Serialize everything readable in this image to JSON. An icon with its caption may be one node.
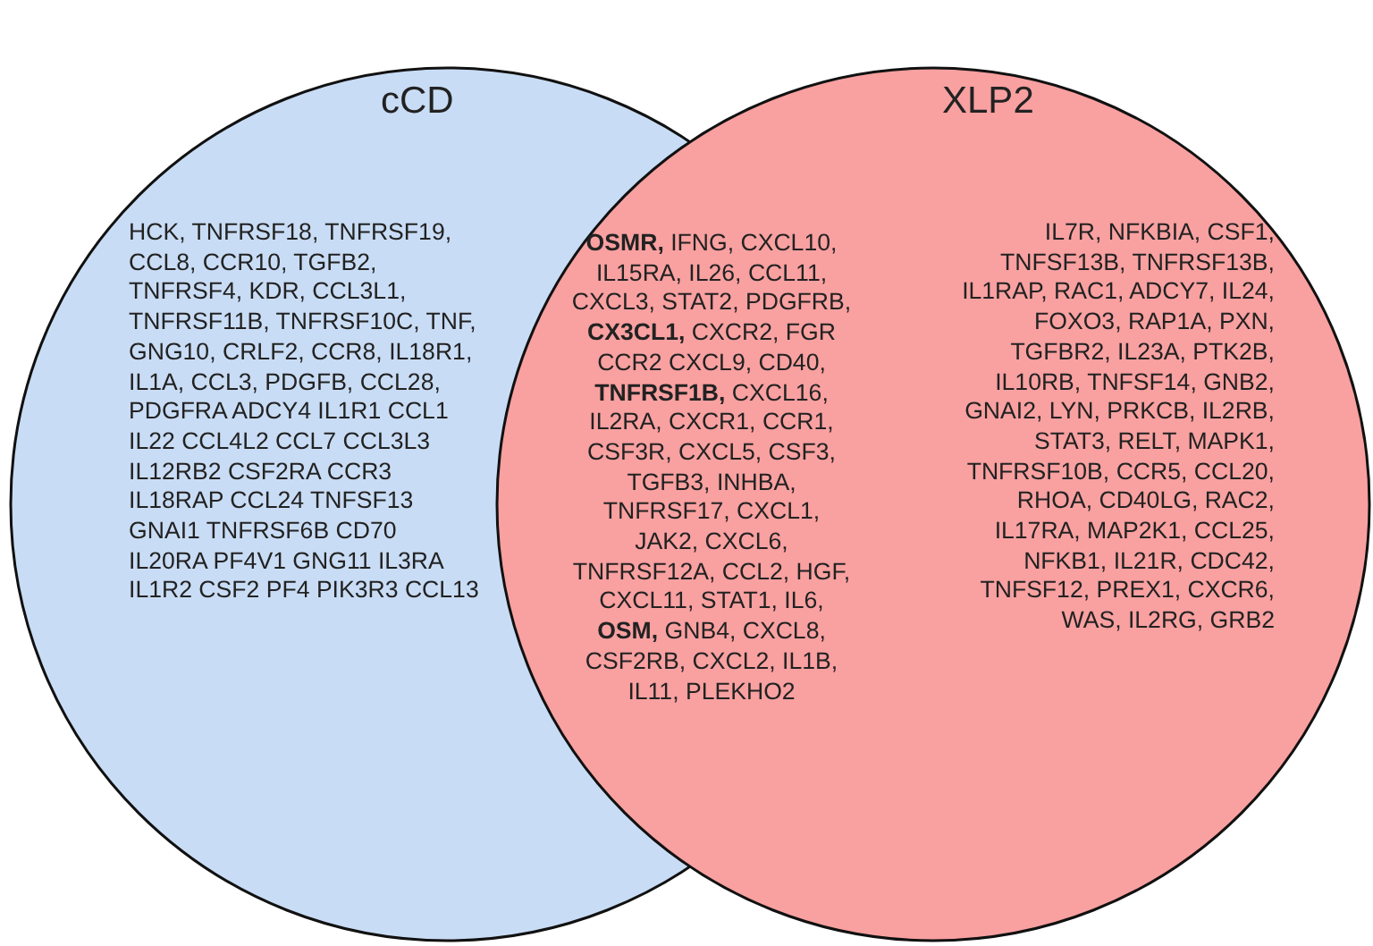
{
  "diagram": {
    "nodes": [
      {
        "text": [
          "cCD",
          "HCK, TNFRSF18, TNFRSF19, CCL8, CCR10, TGFB2, TNFRSF4, KDR, CCL3L1, TNFRSF11B, TNFRSF10C, TNF, GNG10, CRLF2, CCR8, IL18R1, IL1A, CCL3, PDGFB, CCL28, PDGFRA ADCY4 IL1R1 CCL1 IL22 CCL4L2 CCL7 CCL3L3 IL12RB2 CSF2RA CCR3 IL18RAP CCL24 TNFSF13 GNAI1 TNFRSF6B CD70 IL20RA PF4V1 GNG11 IL3RA IL1R2 CSF2 PF4 PIK3R3 CCL13"
        ]
      },
      {
        "text": [
          "XLP2",
          "IL7R, NFKBIA, CSF1, TNFSF13B, TNFRSF13B, IL1RAP, RAC1, ADCY7, IL24, FOXO3, RAP1A, PXN, TGFBR2, IL23A, PTK2B, IL10RB, TNFSF14, GNB2, GNAI2, LYN, PRKCB, IL2RB, STAT3, RELT, MAPK1, TNFRSF10B, CCR5, CCL20, RHOA, CD40LG, RAC2, IL17RA, MAP2K1, CCL25, NFKB1, IL21R, CDC42, TNFSF12, PREX1, CXCR6, WAS, IL2RG, GRB2"
        ]
      }
    ],
    "edges": [],
    "labels": [
      "**OSMR,** IFNG, CXCL10, IL15RA, IL26, CCL11, CXCL3, STAT2, PDGFRB, **CX3CL1,** CXCR2, FGR CCR2 CXCL9, CD40, **TNFRSF1B,** CXCL16, IL2RA, CXCR1, CCR1, CSF3R, CXCL5, CSF3, TGFB3, INHBA, TNFRSF17, CXCL1, JAK2, CXCL6, TNFRSF12A, CCL2, HGF, CXCL11, STAT1, IL6, **OSM,** GNB4, CXCL8, CSF2RB, CXCL2, IL1B, IL11, PLEKHO2"
    ]
  }
}
